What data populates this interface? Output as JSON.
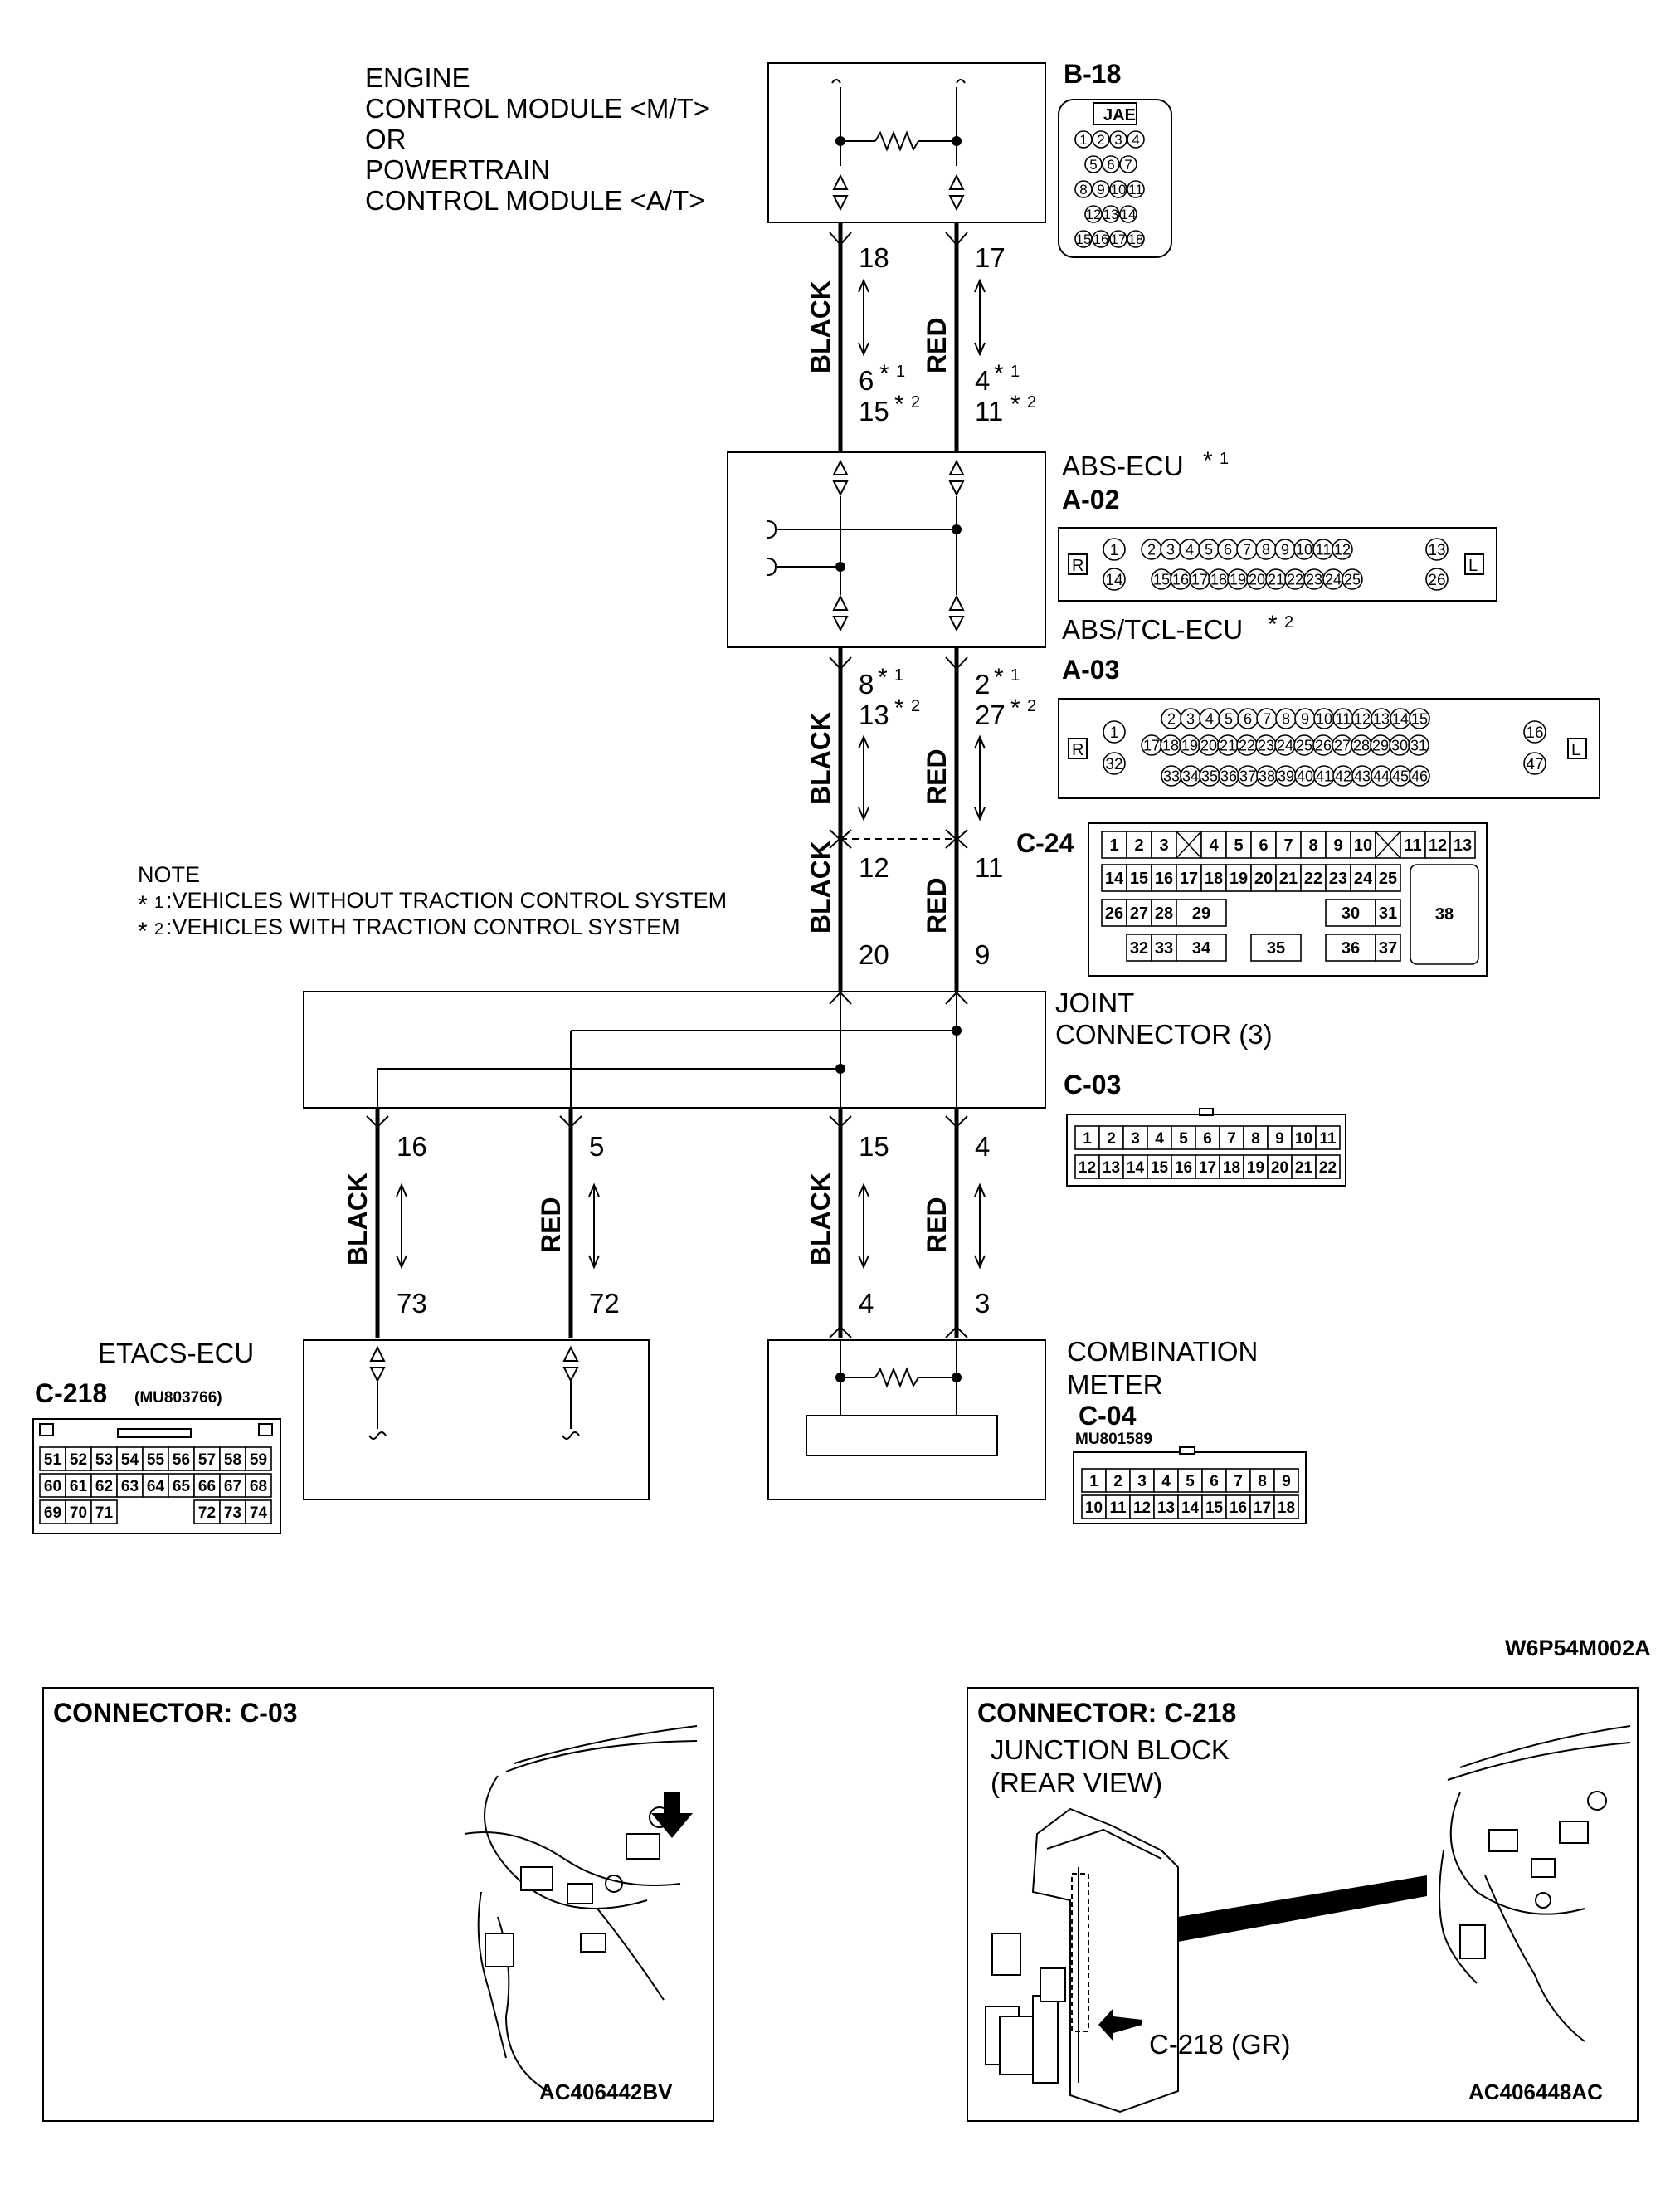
{
  "modules": {
    "ecm_label": [
      "ENGINE",
      "CONTROL MODULE <M/T>",
      "OR",
      "POWERTRAIN",
      "CONTROL MODULE <A/T>"
    ],
    "abs_ecu": "ABS-ECU",
    "abs_tcl_ecu": "ABS/TCL-ECU",
    "joint_connector": [
      "JOINT",
      "CONNECTOR (3)"
    ],
    "etacs_ecu": "ETACS-ECU",
    "combination_meter": [
      "COMBINATION",
      "METER"
    ]
  },
  "connectors": {
    "b18": {
      "id": "B-18",
      "tag": "JAE",
      "rows": [
        [
          "1",
          "2",
          "3",
          "4"
        ],
        [
          "5",
          "6",
          "7"
        ],
        [
          "8",
          "9",
          "10",
          "11"
        ],
        [
          "12",
          "13",
          "14"
        ],
        [
          "15",
          "16",
          "17",
          "18"
        ]
      ]
    },
    "a02": {
      "id": "A-02",
      "side_l": "R",
      "side_r": "L",
      "row1": [
        "1",
        "2",
        "3",
        "4",
        "5",
        "6",
        "7",
        "8",
        "9",
        "10",
        "11",
        "12",
        "13"
      ],
      "row2": [
        "14",
        "15",
        "16",
        "17",
        "18",
        "19",
        "20",
        "21",
        "22",
        "23",
        "24",
        "25",
        "26"
      ]
    },
    "a03": {
      "id": "A-03",
      "side_l": "R",
      "side_r": "L",
      "row1": [
        "2",
        "3",
        "4",
        "5",
        "6",
        "7",
        "8",
        "9",
        "10",
        "11",
        "12",
        "13",
        "14",
        "15"
      ],
      "row2": [
        "17",
        "18",
        "19",
        "20",
        "21",
        "22",
        "23",
        "24",
        "25",
        "26",
        "27",
        "28",
        "29",
        "30",
        "31"
      ],
      "row3": [
        "33",
        "34",
        "35",
        "36",
        "37",
        "38",
        "39",
        "40",
        "41",
        "42",
        "43",
        "44",
        "45",
        "46"
      ],
      "edge": [
        "1",
        "32",
        "16",
        "47"
      ]
    },
    "c24": {
      "id": "C-24",
      "row1": [
        "1",
        "2",
        "3",
        "",
        "4",
        "5",
        "6",
        "7",
        "8",
        "9",
        "10",
        "",
        "11",
        "12",
        "13"
      ],
      "row2": [
        "14",
        "15",
        "16",
        "17",
        "18",
        "19",
        "20",
        "21",
        "22",
        "23",
        "24",
        "25"
      ],
      "row3": [
        "26",
        "27",
        "28",
        "29",
        "30",
        "31"
      ],
      "row4": [
        "32",
        "33",
        "34",
        "35",
        "36",
        "37"
      ],
      "big": "38"
    },
    "c03": {
      "id": "C-03",
      "row1": [
        "1",
        "2",
        "3",
        "4",
        "5",
        "6",
        "7",
        "8",
        "9",
        "10",
        "11"
      ],
      "row2": [
        "12",
        "13",
        "14",
        "15",
        "16",
        "17",
        "18",
        "19",
        "20",
        "21",
        "22"
      ]
    },
    "c218": {
      "id": "C-218",
      "part": "(MU803766)",
      "row1": [
        "51",
        "52",
        "53",
        "54",
        "55",
        "56",
        "57",
        "58",
        "59"
      ],
      "row2": [
        "60",
        "61",
        "62",
        "63",
        "64",
        "65",
        "66",
        "67",
        "68"
      ],
      "row3": [
        "69",
        "70",
        "71",
        "72",
        "73",
        "74"
      ]
    },
    "c04": {
      "id": "C-04",
      "part": "MU801589",
      "row1": [
        "1",
        "2",
        "3",
        "4",
        "5",
        "6",
        "7",
        "8",
        "9"
      ],
      "row2": [
        "10",
        "11",
        "12",
        "13",
        "14",
        "15",
        "16",
        "17",
        "18"
      ]
    }
  },
  "wires": {
    "black": "BLACK",
    "red": "RED",
    "seg1": {
      "black_top": "18",
      "red_top": "17",
      "black_bot": [
        "6",
        "15"
      ],
      "red_bot": [
        "4",
        "11"
      ]
    },
    "seg2": {
      "black_top": [
        "8",
        "13"
      ],
      "red_top": [
        "2",
        "27"
      ]
    },
    "seg3": {
      "black_top": "12",
      "red_top": "11",
      "black_bot": "20",
      "red_bot": "9"
    },
    "seg4": {
      "w1_top": "16",
      "w1_bot": "73",
      "w2_top": "5",
      "w2_bot": "72",
      "w3_top": "15",
      "w3_bot": "4",
      "w4_top": "4",
      "w4_bot": "3"
    }
  },
  "notes": {
    "title": "NOTE",
    "star": "*",
    "n1_mark": "1",
    "n2_mark": "2",
    "n1": ":VEHICLES WITHOUT TRACTION CONTROL SYSTEM",
    "n2": ":VEHICLES WITH TRACTION CONTROL SYSTEM"
  },
  "diagram_code": "W6P54M002A",
  "panels": {
    "left": {
      "title": "CONNECTOR: C-03",
      "code": "AC406442BV"
    },
    "right": {
      "title": "CONNECTOR: C-218",
      "subtitle": [
        "JUNCTION BLOCK",
        "(REAR VIEW)"
      ],
      "callout": "C-218 (GR)",
      "code": "AC406448AC"
    }
  }
}
